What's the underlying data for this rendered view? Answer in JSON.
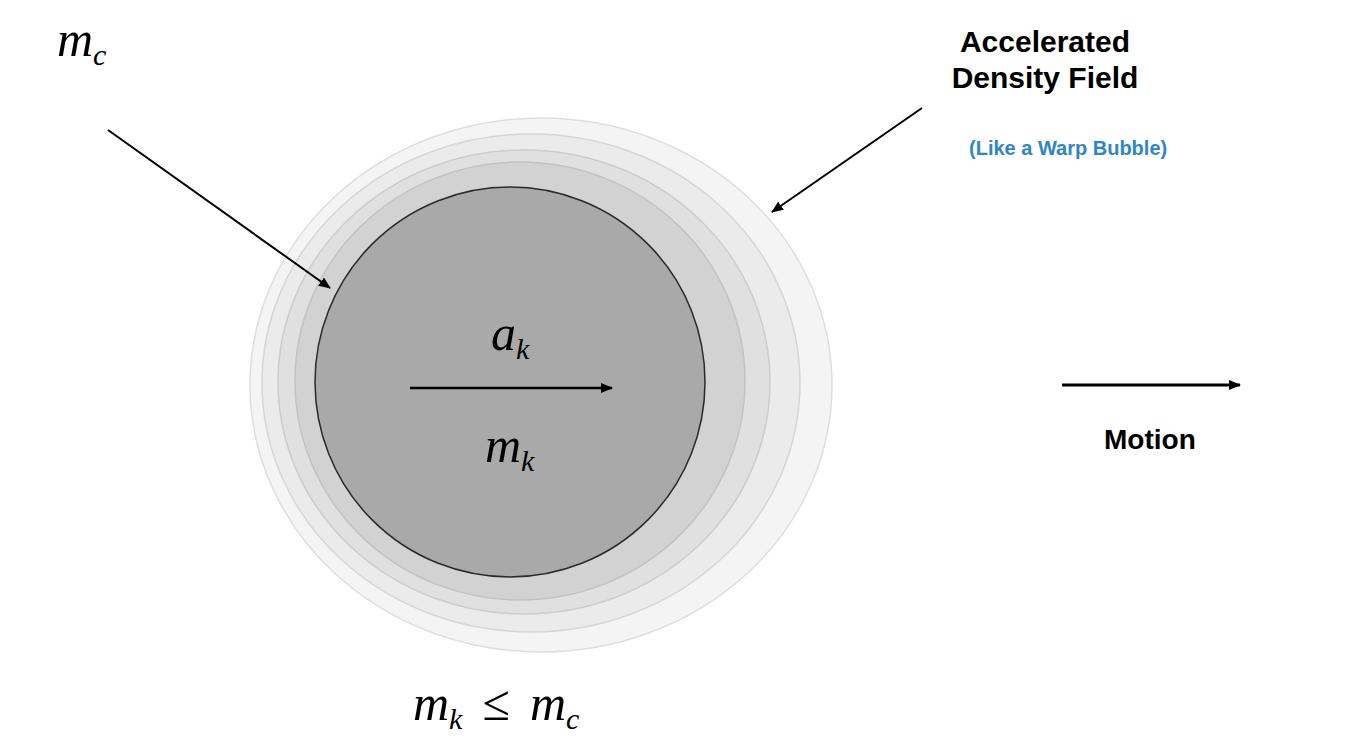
{
  "diagram": {
    "nodes": [
      {
        "text": [
          "ak",
          "mk"
        ]
      }
    ],
    "labels": [
      "mc",
      "Accelerated Density Field",
      "(Like a Warp Bubble)",
      "Motion",
      "mk ≤ mc"
    ]
  }
}
